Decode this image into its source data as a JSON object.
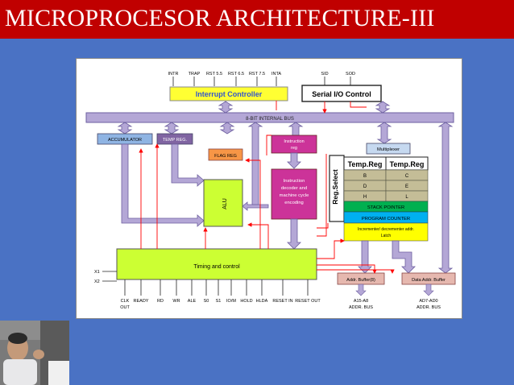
{
  "slide": {
    "title": "MICROPROCESOR ARCHITECTURE-III"
  },
  "diagram": {
    "interrupt_pins": [
      "INTR",
      "TRAP",
      "RST 5.5",
      "RST 6.5",
      "RST 7.5",
      "INTA"
    ],
    "serial_pins": [
      "SID",
      "SOD"
    ],
    "interrupt_controller": "Interrupt Controller",
    "serial_io_control": "Serial I/O Control",
    "internal_bus": "8-BIT INTERNAL BUS",
    "accumulator": "ACCUMULATOR",
    "temp_reg": "TEMP REG.",
    "flag_reg": "FLAG REG",
    "alu": "ALU",
    "instruction_reg": [
      "Instruction",
      "reg"
    ],
    "instruction_decoder": [
      "Instruction",
      "decoder and",
      "machine cycle",
      "encoding"
    ],
    "multiplexer": "Multiplexer",
    "reg_select": "Reg.Select",
    "temp_reg_headers": [
      "Temp.Reg",
      "Temp.Reg"
    ],
    "register_pairs": [
      [
        "B",
        "C"
      ],
      [
        "D",
        "E"
      ],
      [
        "H",
        "L"
      ]
    ],
    "stack_pointer": "STACK POINTER",
    "program_counter": "PROGRAM COUNTER",
    "incrementer": [
      "Incrementer/ decrementer addr.",
      "Latch"
    ],
    "timing_control": "Timing and control",
    "clock_inputs": [
      "X1",
      "X2"
    ],
    "control_pins": [
      "CLK",
      "OUT",
      "READY",
      "RD",
      "WR",
      "ALE",
      "S0",
      "S1",
      "IO/M",
      "HOLD",
      "HLDA",
      "RESET IN",
      "RESET OUT"
    ],
    "addr_buffer": "Addr. Buffer(8)",
    "data_addr_buffer": "Data Addr. Buffer",
    "addr_bus": [
      "A15-A8",
      "ADDR. BUS"
    ],
    "data_bus": [
      "AD7-AD0",
      "ADDR. BUS"
    ]
  },
  "colors": {
    "background": "#4a72c4",
    "title_bar": "#c00000",
    "title_text": "#ffffff",
    "interrupt_controller": "#ffff33",
    "timing_control": "#ccff33",
    "accumulator": "#8fb4e3",
    "temp_reg": "#8064a2",
    "flag_reg": "#f79646",
    "instruction": "#cc3399",
    "register_file": "#c4bd97",
    "stack_pointer": "#00b050",
    "program_counter": "#00b0f0",
    "incrementer": "#ffff00",
    "bus_arrow": "#b4a7d6",
    "control_line": "#ff0000",
    "buffer": "#e6b8af"
  },
  "presenter_photo": "presenter-thumbnail"
}
